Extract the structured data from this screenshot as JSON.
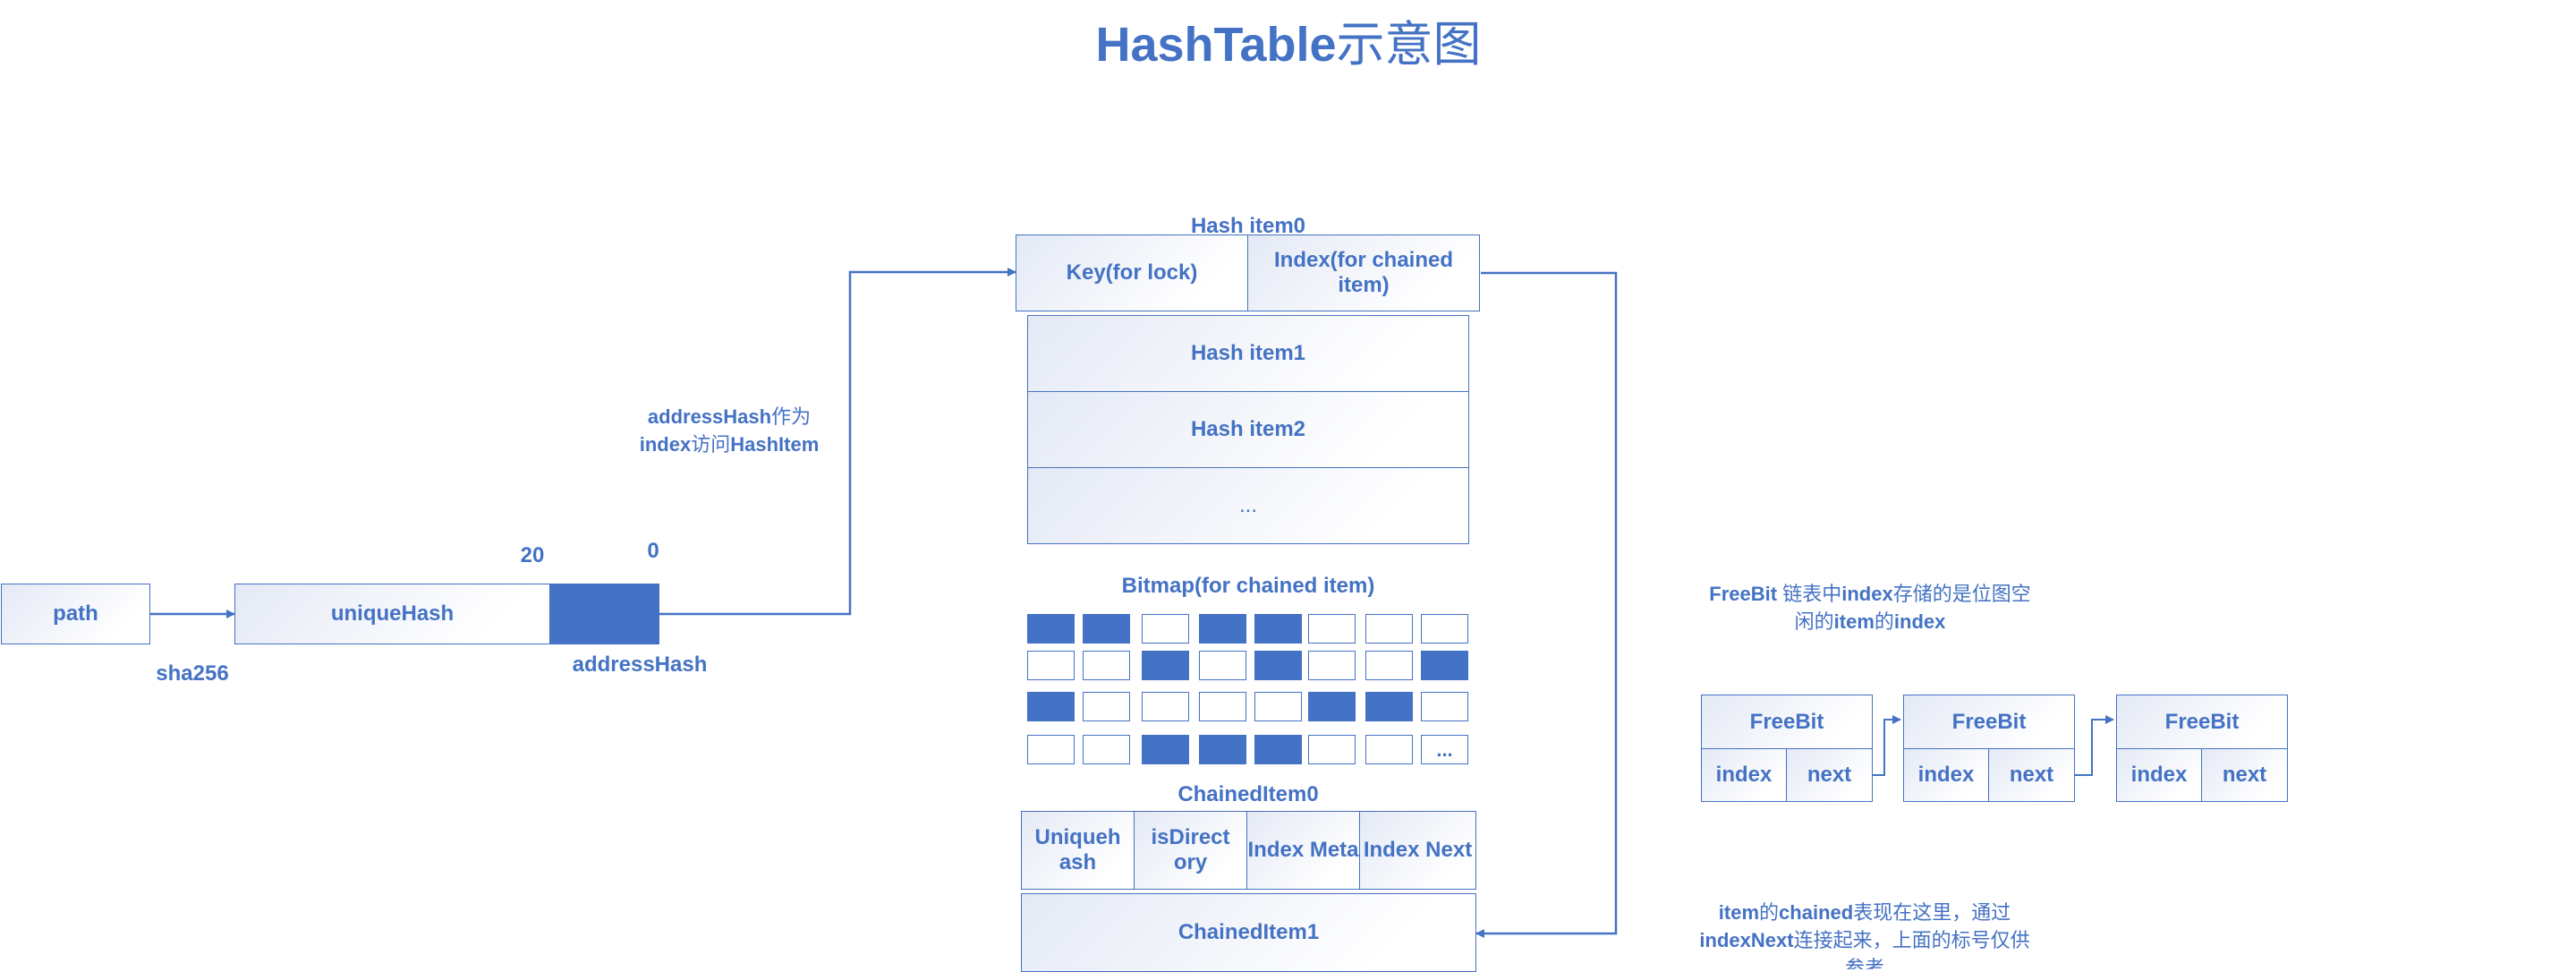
{
  "title": {
    "bold": "HashTable",
    "rest": "示意图"
  },
  "left": {
    "path": "path",
    "sha256": "sha256",
    "unique_hash": "uniqueHash",
    "bit20": "20",
    "bit0": "0",
    "address_hash": "addressHash",
    "access_note": {
      "b1": "addressHash",
      "t1": "作为",
      "b2": "index",
      "t2": "访问",
      "b3": "HashItem"
    }
  },
  "hash_items": {
    "item0_title": "Hash item0",
    "key": "Key(for lock)",
    "index": "Index(for chained item)",
    "item1": "Hash item1",
    "item2": "Hash item2",
    "more": "..."
  },
  "bitmap": {
    "title": "Bitmap(for chained item)",
    "rows": [
      [
        1,
        1,
        0,
        1,
        1,
        0,
        0,
        0
      ],
      [
        0,
        0,
        1,
        0,
        1,
        0,
        0,
        1
      ],
      [
        1,
        0,
        0,
        0,
        0,
        1,
        1,
        0
      ],
      [
        0,
        0,
        1,
        1,
        1,
        0,
        0,
        0
      ]
    ],
    "more": "..."
  },
  "chained": {
    "item0_title": "ChainedItem0",
    "fields": [
      "Uniqueh ash",
      "isDirect ory",
      "Index Meta",
      "Index Next"
    ],
    "item1": "ChainedItem1"
  },
  "freebit": {
    "note": {
      "b1": "FreeBit",
      "t1": " 链表中",
      "b2": "index",
      "t2": "存储的是位图空闲的",
      "b3": "item",
      "t3": "的",
      "b4": "index"
    },
    "nodes": [
      {
        "title": "FreeBit",
        "index": "index",
        "next": "next"
      },
      {
        "title": "FreeBit",
        "index": "index",
        "next": "next"
      },
      {
        "title": "FreeBit",
        "index": "index",
        "next": "next"
      }
    ]
  },
  "chained_note": {
    "b1": "item",
    "t1": "的",
    "b2": "chained",
    "t2": "表现在这里，通过",
    "b3": "indexNext",
    "t3": "连接起来，上面的标号仅供参考"
  }
}
